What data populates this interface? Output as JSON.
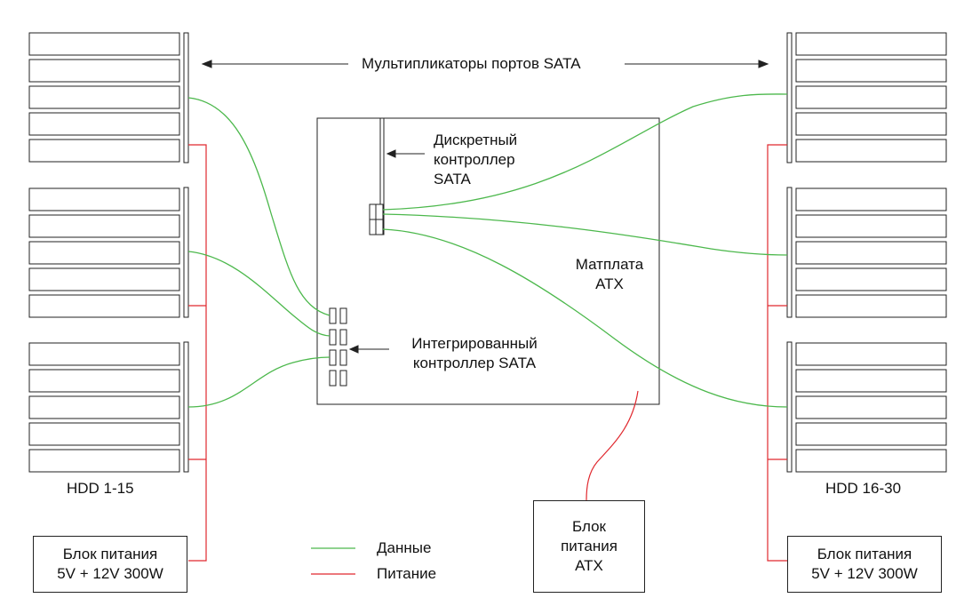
{
  "labels": {
    "multipliers": "Мультипликаторы портов SATA",
    "discrete_controller": [
      "Дискретный",
      "контроллер",
      "SATA"
    ],
    "motherboard": [
      "Матплата",
      "ATX"
    ],
    "integrated_controller": [
      "Интегрированный",
      "контроллер SATA"
    ],
    "hdd_left": "HDD 1-15",
    "hdd_right": "HDD 16-30",
    "psu_left": [
      "Блок питания",
      "5V + 12V 300W"
    ],
    "psu_right": [
      "Блок питания",
      "5V + 12V 300W"
    ],
    "psu_atx": [
      "Блок",
      "питания",
      "ATX"
    ]
  },
  "legend": [
    {
      "label": "Данные",
      "color": "#4cb84c"
    },
    {
      "label": "Питание",
      "color": "#e0282e"
    }
  ],
  "colors": {
    "data": "#4cb84c",
    "power": "#e0282e",
    "stroke": "#222222"
  }
}
